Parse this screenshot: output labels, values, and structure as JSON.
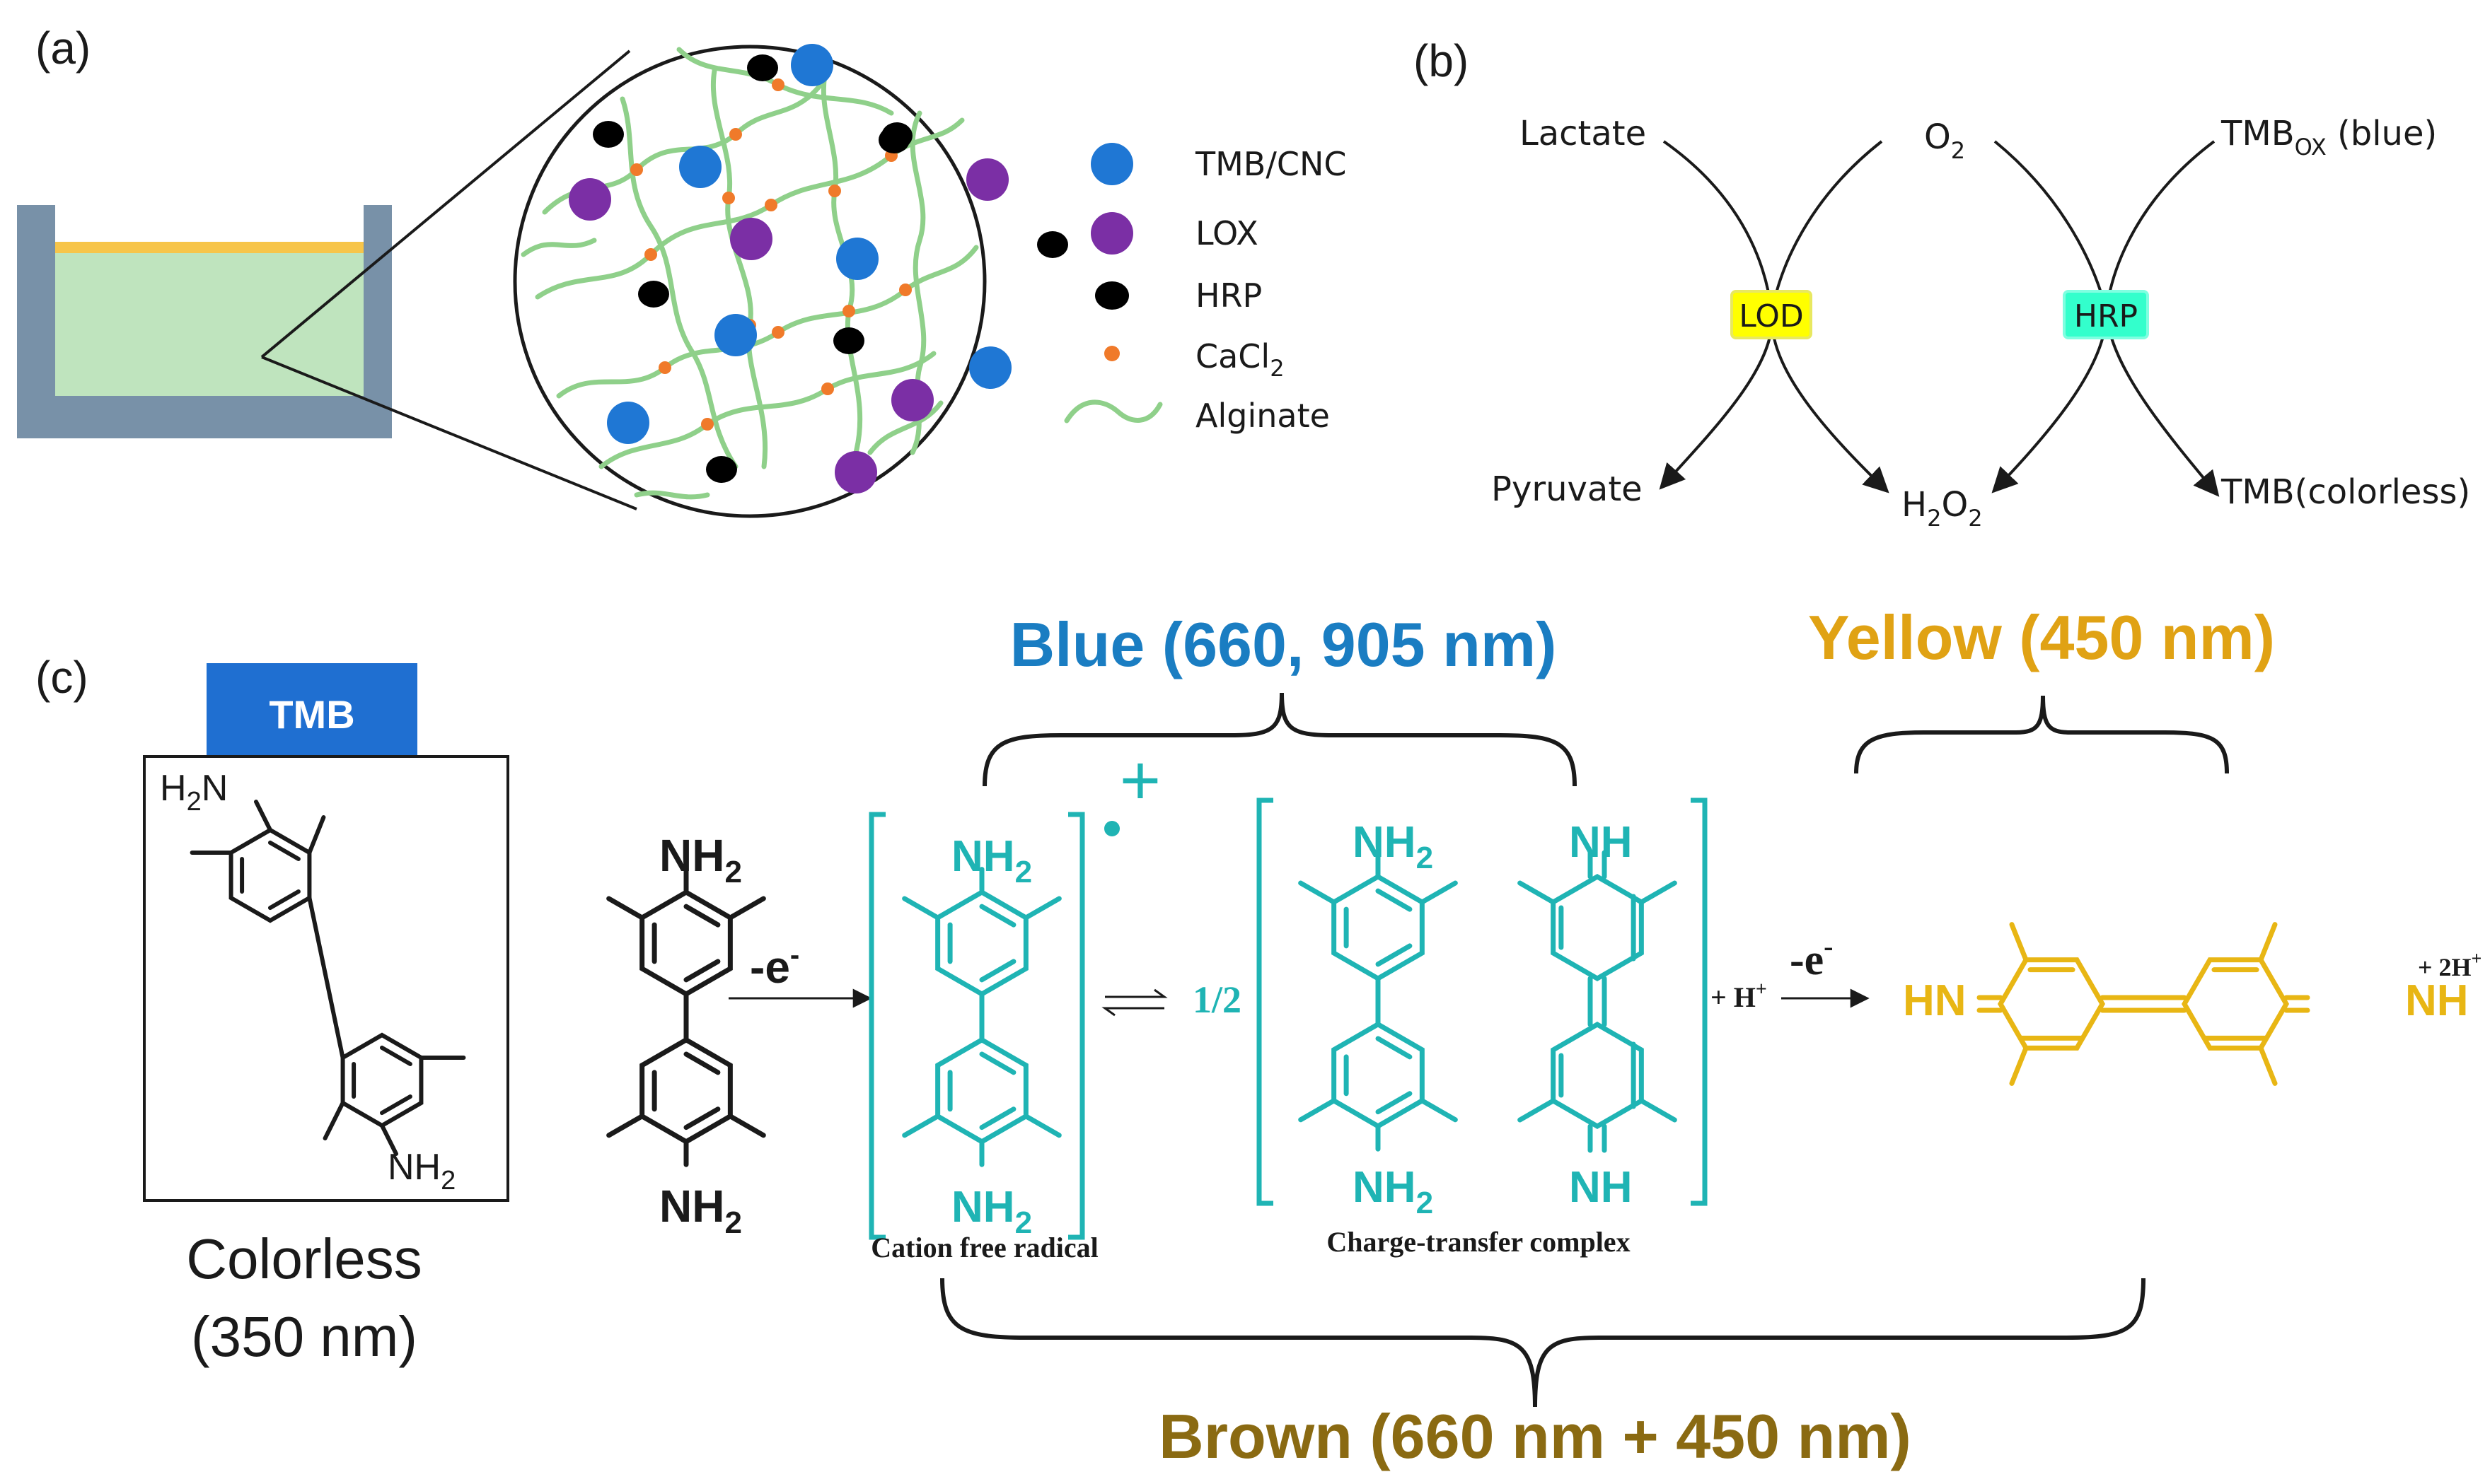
{
  "panel_a": {
    "label": "(a)",
    "legend": [
      {
        "text": "TMB/CNC",
        "color": "#1f77d4"
      },
      {
        "text": "LOX",
        "color": "#7b2fa5"
      },
      {
        "text": "HRP",
        "color": "#000000"
      },
      {
        "text": "CaCl",
        "sub": "2",
        "color": "#f07a2a"
      },
      {
        "text": "Alginate",
        "color": "#8fd08a"
      }
    ]
  },
  "panel_b": {
    "label": "(b)",
    "lactate": "Lactate",
    "o2": "O",
    "o2_sub": "2",
    "tmbox": "TMB",
    "tmbox_sub": "OX",
    "tmbox_rest": " (blue)",
    "pyruvate": "Pyruvate",
    "h2o2_a": "H",
    "h2o2_sub1": "2",
    "h2o2_b": "O",
    "h2o2_sub2": "2",
    "tmb_colorless": "TMB(colorless)",
    "enzyme1": "LOD",
    "enzyme2": "HRP",
    "enzyme1_color": "#ffff00",
    "enzyme2_color": "#33ffcc"
  },
  "panel_c": {
    "label": "(c)",
    "tmb_tab": "TMB",
    "tmb_tab_color": "#1f6fd1",
    "box_h2n": "H",
    "box_h2n_sub": "2",
    "box_h2n_n": "N",
    "box_nh2": "NH",
    "box_nh2_sub": "2",
    "colorless_1": "Colorless",
    "colorless_2": "(350 nm)",
    "blue_label": "Blue (660, 905 nm)",
    "blue_color": "#1a7dc2",
    "yellow_label": "Yellow (450 nm)",
    "yellow_color": "#e0a214",
    "brown_label": "Brown (660 nm + 450 nm)",
    "brown_color": "#8a6a12",
    "teal_color": "#1fb4b4",
    "gold_color": "#e8b614",
    "nh2": "NH",
    "nh2_sub": "2",
    "nh": "NH",
    "hn": "HN",
    "minus_e": "-e",
    "minus_sup": "-",
    "half": "1/2",
    "plus_h": "+ H",
    "plus_h_sup": "+",
    "plus_2h": "+ 2H",
    "plus_2h_sup": "+",
    "radical_plus": "+",
    "cation_label": "Cation free radical",
    "ct_label": "Charge-transfer complex"
  }
}
